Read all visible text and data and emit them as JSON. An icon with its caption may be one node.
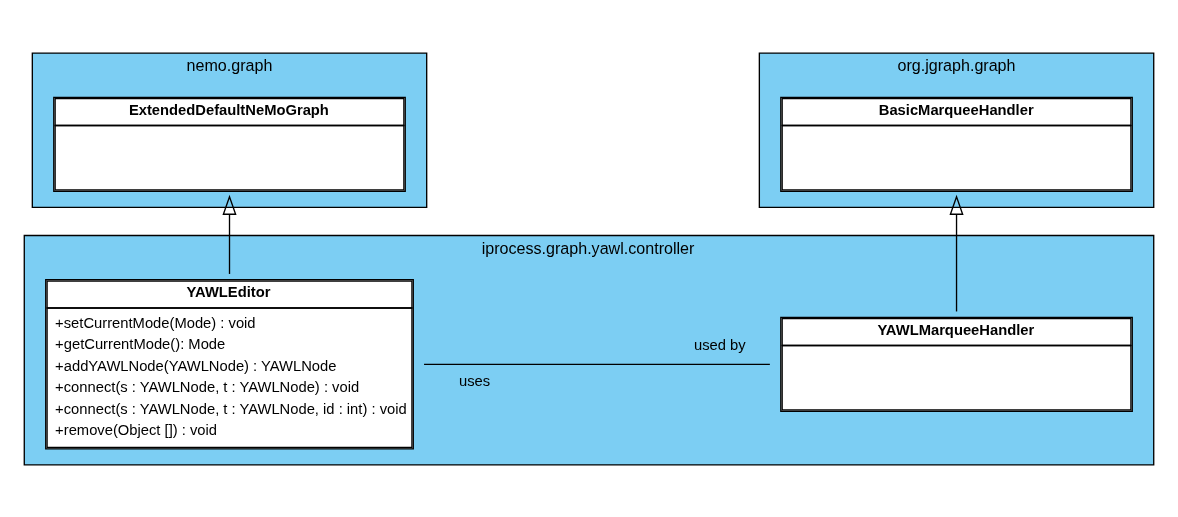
{
  "diagram": {
    "nodes": [
      {
        "text": [
          "nemo.graph"
        ]
      },
      {
        "text": [
          "ExtendedDefaultNeMoGraph"
        ],
        "in": 0
      },
      {
        "text": [
          "org.jgraph.graph"
        ]
      },
      {
        "text": [
          "BasicMarqueeHandler"
        ],
        "in": 2
      },
      {
        "text": [
          "iprocess.graph.yawl.controller"
        ]
      },
      {
        "text": [
          "YAWLEditor",
          "+setCurrentMode(Mode) : void",
          "+getCurrentMode(): Mode",
          "+addYAWLNode(YAWLNode) : YAWLNode",
          "+connect(s : YAWLNode, t : YAWLNode) : void",
          "+connect(s : YAWLNode, t : YAWLNode, id : int) : void",
          "+remove(Object []) : void"
        ],
        "in": 4
      },
      {
        "text": [
          "YAWLMarqueeHandler"
        ],
        "in": 4
      }
    ],
    "edges": [
      {
        "from": 5,
        "to": 1,
        "arrow": "to"
      },
      {
        "from": 6,
        "to": 3,
        "arrow": "to"
      },
      {
        "from": 5,
        "to": 6,
        "arrow": "none"
      }
    ],
    "labels": [
      "uses",
      "used by"
    ]
  }
}
